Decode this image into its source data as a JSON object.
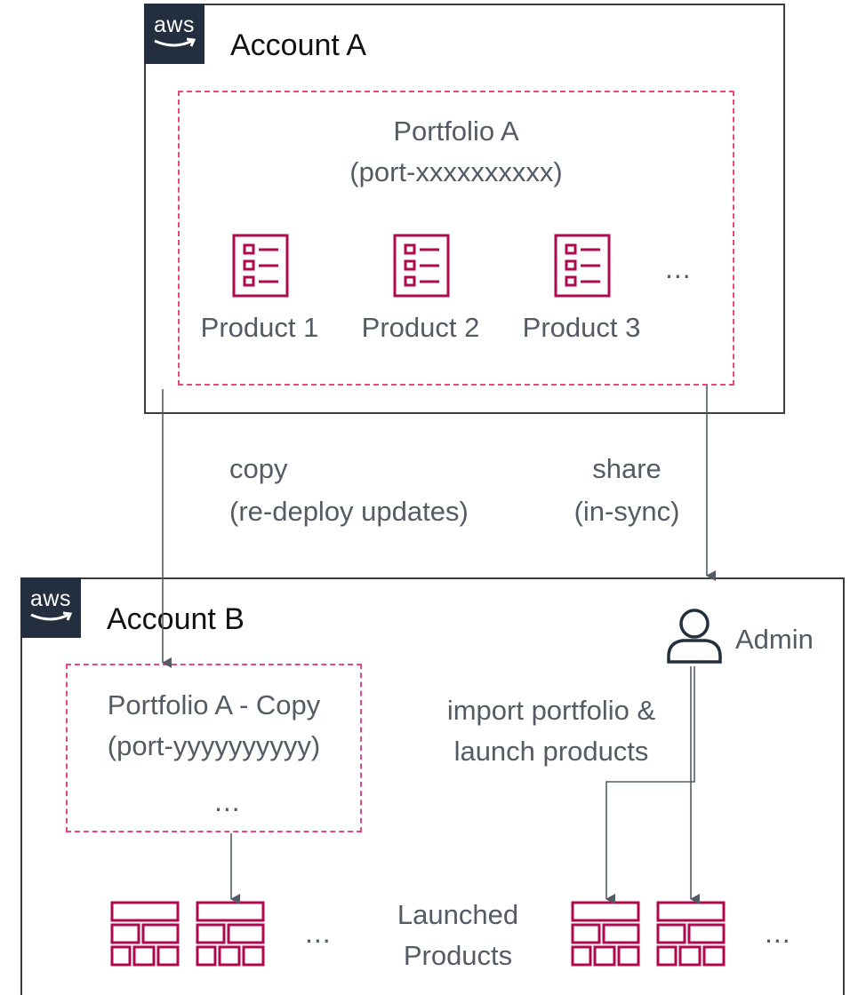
{
  "account_a": {
    "logo_text": "aws",
    "title": "Account A",
    "portfolio": {
      "name": "Portfolio A",
      "id": "(port-xxxxxxxxxx)",
      "products": [
        "Product 1",
        "Product 2",
        "Product 3"
      ],
      "more": "..."
    }
  },
  "transfers": {
    "copy_line1": "copy",
    "copy_line2": "(re-deploy updates)",
    "share_line1": "share",
    "share_line2": "(in-sync)"
  },
  "account_b": {
    "logo_text": "aws",
    "title": "Account B",
    "admin_label": "Admin",
    "portfolio_copy": {
      "name": "Portfolio A - Copy",
      "id": "(port-yyyyyyyyyy)",
      "more": "..."
    },
    "import_line1": "import portfolio &",
    "import_line2": "launch products",
    "launched_line1": "Launched",
    "launched_line2": "Products",
    "more_left": "...",
    "more_right": "..."
  },
  "colors": {
    "product_icon": "#b0084d",
    "dashed_border": "#e7477f",
    "account_border": "#3d3d3d",
    "aws_badge": "#232f3e",
    "text": "#545b64",
    "arrow": "#545b64",
    "admin_icon": "#232f3e"
  },
  "icons": {
    "aws_logo": "aws-logo-icon",
    "product": "product-list-icon",
    "launched_product": "stack-icon",
    "admin": "user-icon"
  }
}
